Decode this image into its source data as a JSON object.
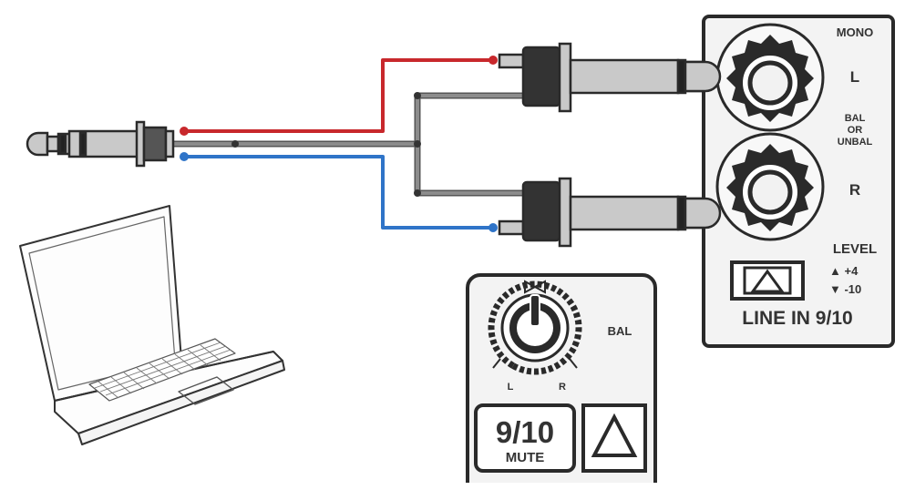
{
  "panel": {
    "mono_label": "MONO",
    "left_label": "L",
    "bal_line1": "BAL",
    "bal_line2": "OR",
    "bal_line3": "UNBAL",
    "right_label": "R",
    "level_label": "LEVEL",
    "level_plus": "▲ +4",
    "level_minus": "▼ -10",
    "line_in_label": "LINE IN 9/10"
  },
  "mixer": {
    "bal_label": "BAL",
    "knob_left": "L",
    "knob_right": "R",
    "channel_label": "9/10",
    "mute_label": "MUTE"
  },
  "colors": {
    "left_wire": "#c8282c",
    "right_wire": "#2f74c8",
    "ground_wire": "#8c8c8c",
    "outline": "#2a2a2a",
    "plug_gray": "#c9c9c9",
    "panel_bg": "#f3f3f3"
  },
  "icons": [
    "trs-plug-icon",
    "ts-plug-icon",
    "jack-socket-icon",
    "triangle-level-icon",
    "knob-icon",
    "laptop-icon"
  ]
}
